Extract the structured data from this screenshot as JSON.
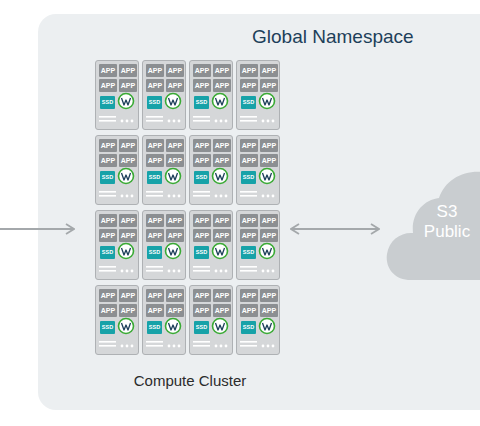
{
  "diagram": {
    "nodes": [
      {
        "text": [
          "Global Namespace"
        ]
      },
      {
        "text": [
          "Compute Cluster"
        ],
        "in": 0
      },
      {
        "text": [
          "APP",
          "APP",
          "APP",
          "APP",
          "SSD"
        ],
        "in": 1
      },
      {
        "text": [
          "APP",
          "APP",
          "APP",
          "APP",
          "SSD"
        ],
        "in": 1
      },
      {
        "text": [
          "APP",
          "APP",
          "APP",
          "APP",
          "SSD"
        ],
        "in": 1
      },
      {
        "text": [
          "APP",
          "APP",
          "APP",
          "APP",
          "SSD"
        ],
        "in": 1
      },
      {
        "text": [
          "APP",
          "APP",
          "APP",
          "APP",
          "SSD"
        ],
        "in": 1
      },
      {
        "text": [
          "APP",
          "APP",
          "APP",
          "APP",
          "SSD"
        ],
        "in": 1
      },
      {
        "text": [
          "APP",
          "APP",
          "APP",
          "APP",
          "SSD"
        ],
        "in": 1
      },
      {
        "text": [
          "APP",
          "APP",
          "APP",
          "APP",
          "SSD"
        ],
        "in": 1
      },
      {
        "text": [
          "APP",
          "APP",
          "APP",
          "APP",
          "SSD"
        ],
        "in": 1
      },
      {
        "text": [
          "APP",
          "APP",
          "APP",
          "APP",
          "SSD"
        ],
        "in": 1
      },
      {
        "text": [
          "APP",
          "APP",
          "APP",
          "APP",
          "SSD"
        ],
        "in": 1
      },
      {
        "text": [
          "APP",
          "APP",
          "APP",
          "APP",
          "SSD"
        ],
        "in": 1
      },
      {
        "text": [
          "APP",
          "APP",
          "APP",
          "APP",
          "SSD"
        ],
        "in": 1
      },
      {
        "text": [
          "APP",
          "APP",
          "APP",
          "APP",
          "SSD"
        ],
        "in": 1
      },
      {
        "text": [
          "APP",
          "APP",
          "APP",
          "APP",
          "SSD"
        ],
        "in": 1
      },
      {
        "text": [
          "APP",
          "APP",
          "APP",
          "APP",
          "SSD"
        ],
        "in": 1
      },
      {
        "text": [
          "S3 Public"
        ],
        "in": 0
      }
    ],
    "edges": [
      {
        "from": 1,
        "to": 18,
        "arrow": "both"
      }
    ]
  }
}
